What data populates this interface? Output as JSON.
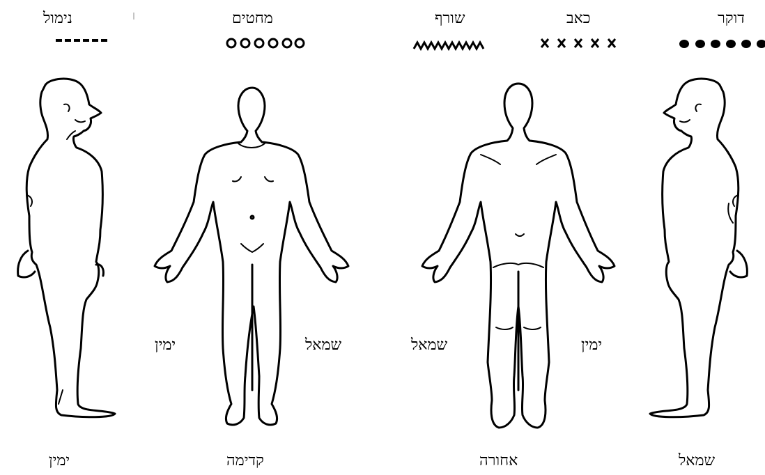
{
  "legend": {
    "items": [
      {
        "label": "דוקר",
        "symbol": "dots",
        "icon": "filled-dots-icon"
      },
      {
        "label": "כאב",
        "symbol": "crosses",
        "icon": "x-marks-icon"
      },
      {
        "label": "שורף",
        "symbol": "carets",
        "icon": "caret-wave-icon"
      },
      {
        "label": "מחטים",
        "symbol": "circles",
        "icon": "open-circles-icon"
      },
      {
        "label": "נימול",
        "symbol": "dashes",
        "icon": "dashed-line-icon"
      }
    ]
  },
  "figures": {
    "right_profile": {
      "bottom_label": "ימין"
    },
    "front": {
      "bottom_label": "קדימה",
      "side_left": "ימין",
      "side_right": "שמאל"
    },
    "back": {
      "bottom_label": "אחורה",
      "side_left": "שמאל",
      "side_right": "ימין"
    },
    "left_profile": {
      "bottom_label": "שמאל"
    }
  }
}
